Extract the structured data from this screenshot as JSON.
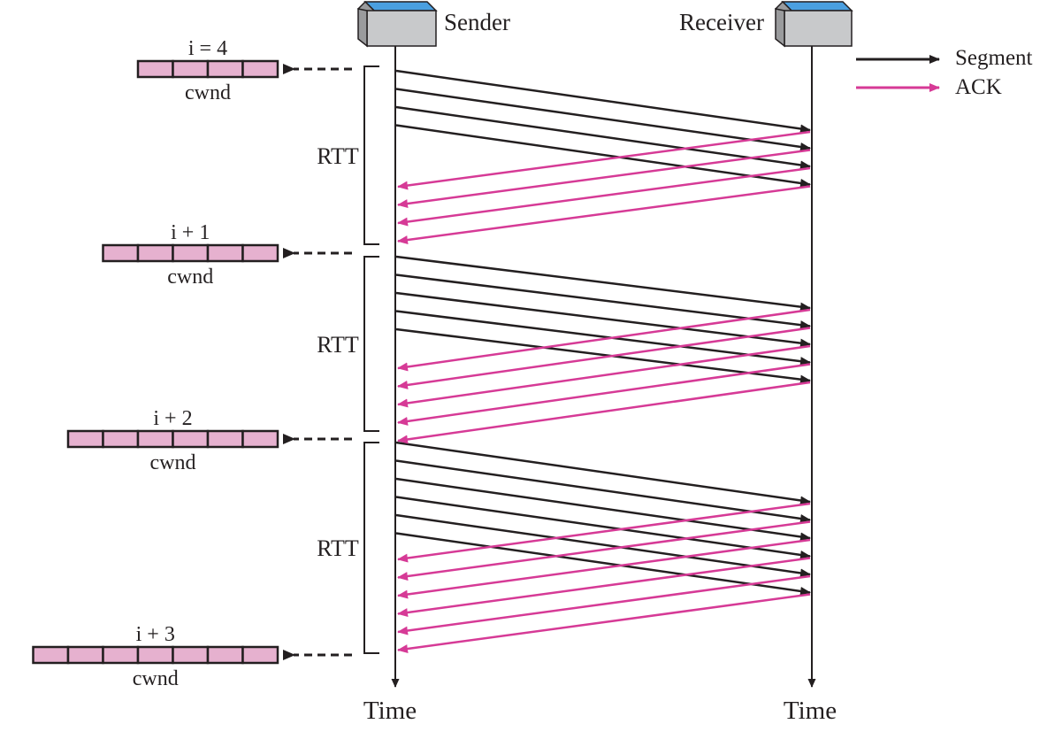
{
  "colors": {
    "segment": "#231f20",
    "ack": "#d63a96",
    "cell_fill": "#e6b1cf",
    "host_top": "#4a9fe0",
    "host_body": "#c8c9cb"
  },
  "hosts": {
    "sender": "Sender",
    "receiver": "Receiver"
  },
  "legend": {
    "segment": "Segment",
    "ack": "ACK"
  },
  "time_labels": {
    "sender": "Time",
    "receiver": "Time"
  },
  "rounds": [
    {
      "label": "i = 4",
      "cwnd_label": "cwnd",
      "cells": 4
    },
    {
      "label": "i + 1",
      "cwnd_label": "cwnd",
      "cells": 5
    },
    {
      "label": "i + 2",
      "cwnd_label": "cwnd",
      "cells": 6
    },
    {
      "label": "i + 3",
      "cwnd_label": "cwnd",
      "cells": 7
    }
  ],
  "rtt_periods": [
    {
      "label": "RTT",
      "segments": 4,
      "acks": 4
    },
    {
      "label": "RTT",
      "segments": 5,
      "acks": 5
    },
    {
      "label": "RTT",
      "segments": 6,
      "acks": 6
    }
  ]
}
